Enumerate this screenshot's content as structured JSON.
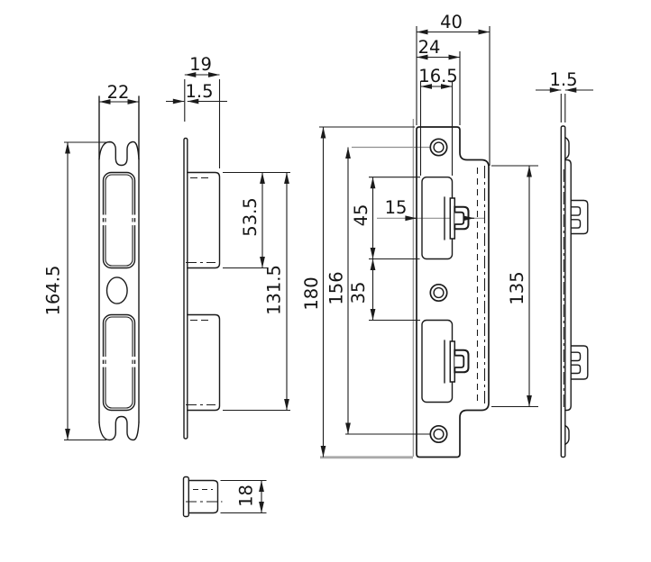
{
  "drawing": {
    "type": "technical-dimension-drawing",
    "subject": "mortise-lock-and-strike-plate",
    "colors": {
      "line": "#1b1b1b",
      "reference_gray": "#8f8f8f",
      "baseline_gray": "#a9a9a9",
      "background": "#ffffff"
    },
    "views": {
      "strike_plate_front": {
        "label": "strike-plate-front-view",
        "width_mm": "22",
        "height_mm": "164.5"
      },
      "strike_plate_side": {
        "label": "strike-plate-side-view",
        "depth_mm": "19",
        "plate_thickness_mm": "1.5",
        "upper_pocket_mm": "53.5",
        "pockets_span_mm": "131.5"
      },
      "strike_plate_section": {
        "label": "strike-plate-section-view",
        "pocket_depth_mm": "18"
      },
      "lock_front": {
        "label": "lock-front-view",
        "overall_width_mm": "40",
        "faceplate_width_mm": "24",
        "opening_width_mm": "16.5",
        "height_mm": "180",
        "screw_spacing_mm": "156",
        "opening_height_mm": "45",
        "openings_gap_mm": "35",
        "latch_offset_mm": "15",
        "case_height_mm": "135"
      },
      "lock_side": {
        "label": "lock-side-view",
        "plate_thickness_mm": "1.5"
      }
    }
  }
}
